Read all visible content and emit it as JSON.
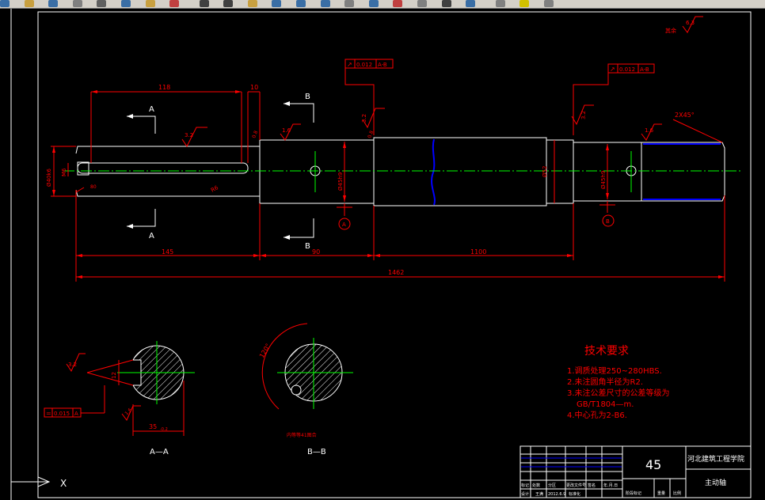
{
  "toolbar": {
    "buttons": [
      {
        "icon": "new-icon",
        "color": "#3a6ea5"
      },
      {
        "icon": "open-icon",
        "color": "#c8a040"
      },
      {
        "icon": "save-icon",
        "color": "#3a6ea5"
      },
      {
        "icon": "print-icon",
        "color": "#808080"
      },
      {
        "icon": "cut-icon",
        "color": "#606060"
      },
      {
        "icon": "copy-icon",
        "color": "#3a6ea5"
      },
      {
        "icon": "paste-icon",
        "color": "#c8a040"
      },
      {
        "icon": "match-icon",
        "color": "#c04040"
      },
      {
        "icon": "undo-icon",
        "color": "#404040"
      },
      {
        "icon": "redo-icon",
        "color": "#404040"
      },
      {
        "icon": "pan-icon",
        "color": "#c8a040"
      },
      {
        "icon": "zoom-realtime-icon",
        "color": "#3a6ea5"
      },
      {
        "icon": "zoom-window-icon",
        "color": "#3a6ea5"
      },
      {
        "icon": "zoom-previous-icon",
        "color": "#3a6ea5"
      },
      {
        "icon": "properties-icon",
        "color": "#808080"
      },
      {
        "icon": "design-center-icon",
        "color": "#3a6ea5"
      },
      {
        "icon": "tool-palette-icon",
        "color": "#c04040"
      },
      {
        "icon": "markup-icon",
        "color": "#808080"
      },
      {
        "icon": "calculator-icon",
        "color": "#404040"
      },
      {
        "icon": "help-icon",
        "color": "#3a6ea5"
      },
      {
        "icon": "layer-icon",
        "color": "#808080"
      },
      {
        "icon": "layer-state-icon",
        "color": "#d0c000"
      },
      {
        "icon": "layer-previous-icon",
        "color": "#808080"
      }
    ]
  },
  "drawing": {
    "colors": {
      "outline": "#ffffff",
      "dimension": "#ff0000",
      "centerline": "#00ff00",
      "hidden": "#0000ff"
    },
    "roughness_top": "6.3",
    "roughness_top_prefix": "其余",
    "tolerance_left": {
      "symbol": "↗",
      "value": "0.012",
      "datum": "A-B"
    },
    "tolerance_right": {
      "symbol": "↗",
      "value": "0.012",
      "datum": "A-B"
    },
    "tolerance_section": {
      "symbol": "=",
      "value": "0.015",
      "datum": "A"
    },
    "dims": {
      "d118": "118",
      "d10": "10",
      "d145": "145",
      "d90": "90",
      "d1100": "1100",
      "d1462": "1462",
      "dia40": "Ø40k6",
      "m6": "M6",
      "r80": "80",
      "r6": "R6",
      "dia45a": "Ø45h9",
      "dia45b": "Ø45h9",
      "dia52": "Ø52",
      "chamfer": "2X45°",
      "r32a": "3.2",
      "r32b": "3.2",
      "r16a": "1.6",
      "r16b": "1.6",
      "r32c": "3.2",
      "r16c": "1.6",
      "r8a": "0.8",
      "r8b": "0.8",
      "r12": "12",
      "keyw": "35",
      "keyw_tol": "-0.2",
      "angle": "120°",
      "r32s": "3.2"
    },
    "labels": {
      "sec_a1": "A",
      "sec_a2": "A",
      "sec_b1": "B",
      "sec_b2": "B",
      "datum_a": "A",
      "datum_b": "B",
      "view_aa": "A—A",
      "view_bb": "B—B",
      "note_bb": "内等等41图合"
    },
    "tech": {
      "title": "技术要求",
      "lines": [
        "1.调质处理250~280HBS.",
        "2.未注圆角半径为R2.",
        "3.未注公差尺寸的公差等级为",
        "GB/T1804—m.",
        "4.中心孔为2-B6."
      ]
    },
    "title_block": {
      "material": "45",
      "school": "河北建筑工程学院",
      "part": "主动轴",
      "row_a": [
        "标记",
        "处数",
        "分区",
        "更改文件号",
        "签名",
        "年.月.日"
      ],
      "row_b": [
        "设计",
        "王满",
        "2012.6.9",
        "标准化"
      ],
      "weight_hdr": [
        "重量",
        "比例"
      ],
      "stage_hdr": "阶段标记"
    },
    "ucs_label": "X"
  }
}
